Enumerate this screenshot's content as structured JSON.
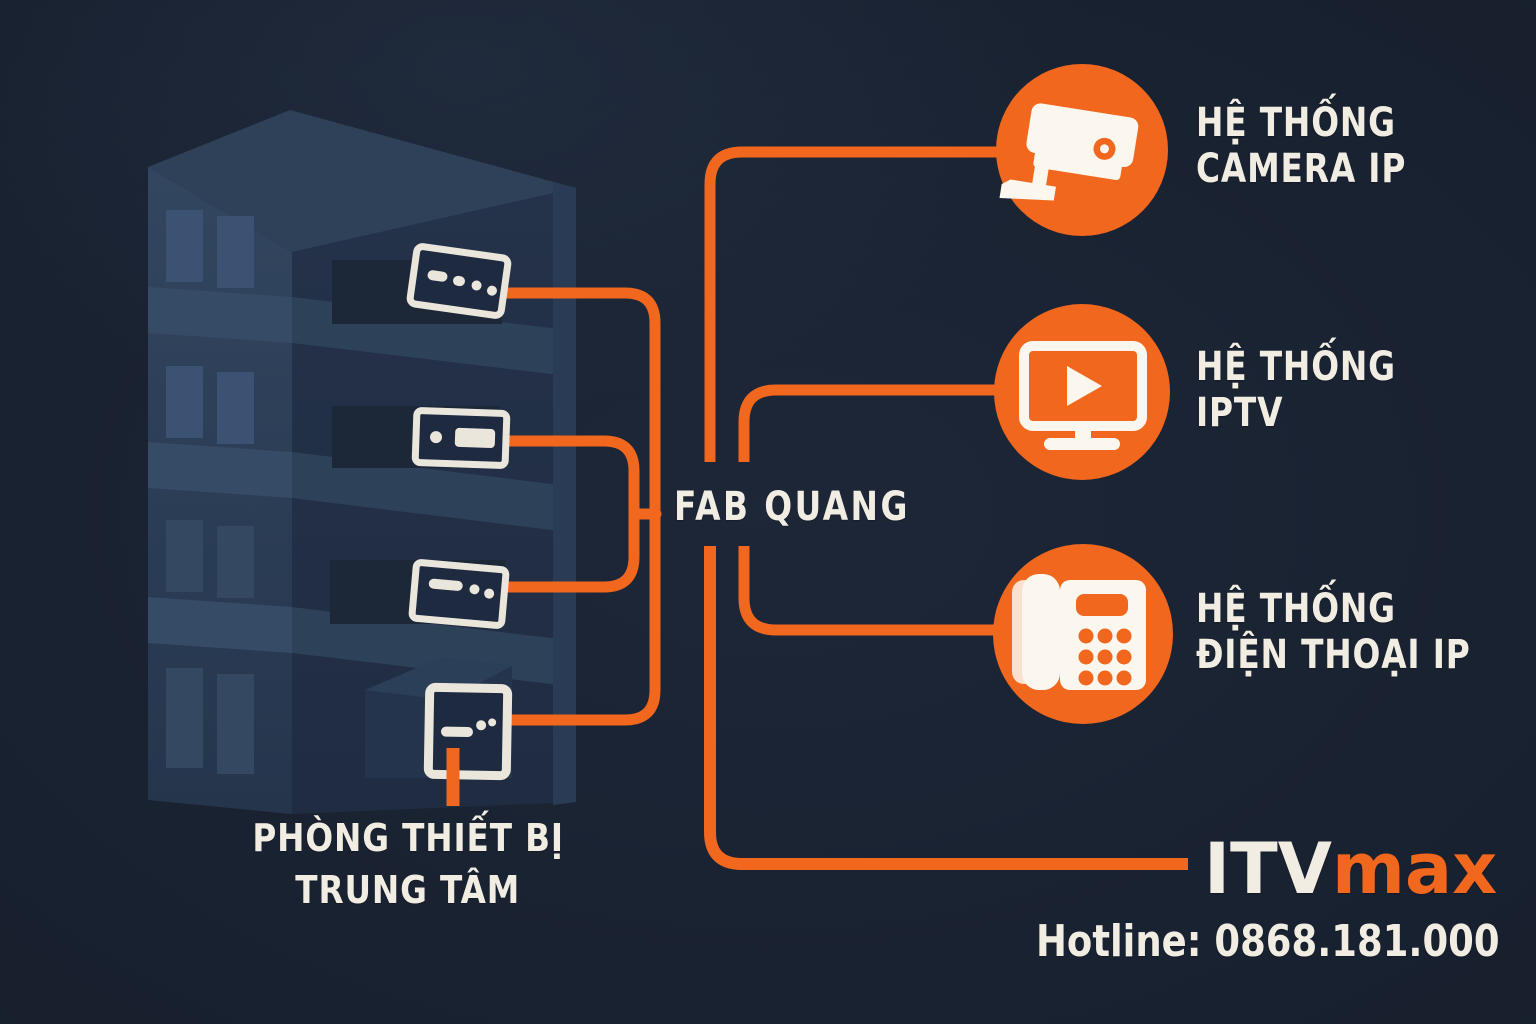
{
  "meta": {
    "description": "ITVmax fiber-optic building network infographic",
    "colors": {
      "background": "#1A2332",
      "accent_orange": "#F2671E",
      "cream": "#F1EDE3",
      "building_left_face": "#2C3E57",
      "building_right_face": "#222F44",
      "floor_band": "#2D4159",
      "device_cream": "#EAE6DC"
    }
  },
  "hub": {
    "label": "FAB QUANG"
  },
  "building": {
    "room_label_line1": "PHÒNG THIẾT BỊ",
    "room_label_line2": "TRUNG TÂM",
    "illustration": "isometric-office-building",
    "devices": [
      {
        "icon": "network-switch-icon",
        "position": "floor-4"
      },
      {
        "icon": "network-switch-icon",
        "position": "floor-3"
      },
      {
        "icon": "network-switch-icon",
        "position": "floor-2"
      },
      {
        "icon": "central-equipment-box-icon",
        "position": "ground-floor"
      }
    ]
  },
  "systems": [
    {
      "id": "camera",
      "icon": "cctv-camera-icon",
      "label_line1": "HỆ THỐNG",
      "label_line2": "CAMERA IP"
    },
    {
      "id": "iptv",
      "icon": "iptv-monitor-icon",
      "label_line1": "HỆ THỐNG",
      "label_line2": "IPTV"
    },
    {
      "id": "phone",
      "icon": "desk-phone-icon",
      "label_line1": "HỆ THỐNG",
      "label_line2": "ĐIỆN THOẠI IP"
    }
  ],
  "brand": {
    "name_primary": "ITV",
    "name_secondary": "max",
    "hotline": "Hotline: 0868.181.000"
  }
}
